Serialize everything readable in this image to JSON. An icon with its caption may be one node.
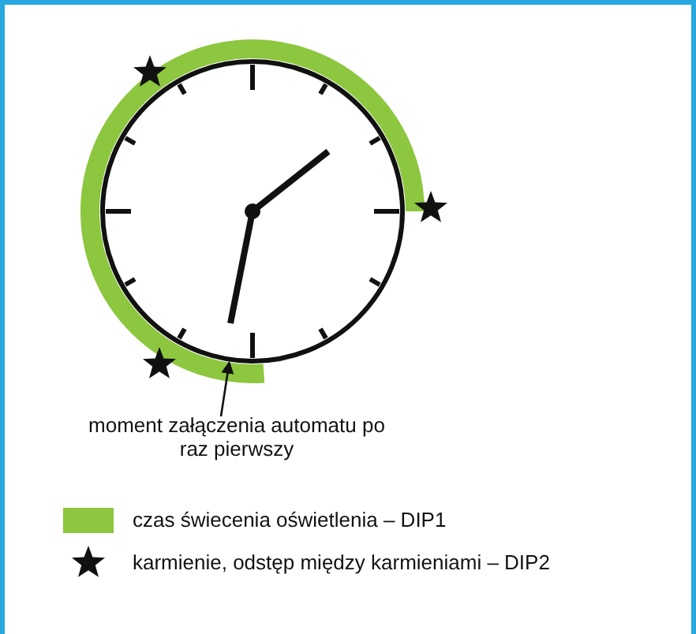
{
  "diagram": {
    "nodes": [
      {
        "text": [
          "moment załączenia automatu po raz pierwszy"
        ]
      },
      {
        "text": [],
        "shape": "circle"
      }
    ],
    "edges": [
      {
        "from": 0,
        "to": 1,
        "arrow": "to"
      }
    ],
    "legend": [
      {
        "text": "czas świecenia oświetlenia – DIP1",
        "color": "#8dc63f"
      },
      {
        "text": "karmienie, odstęp między karmieniami – DIP2"
      }
    ]
  }
}
